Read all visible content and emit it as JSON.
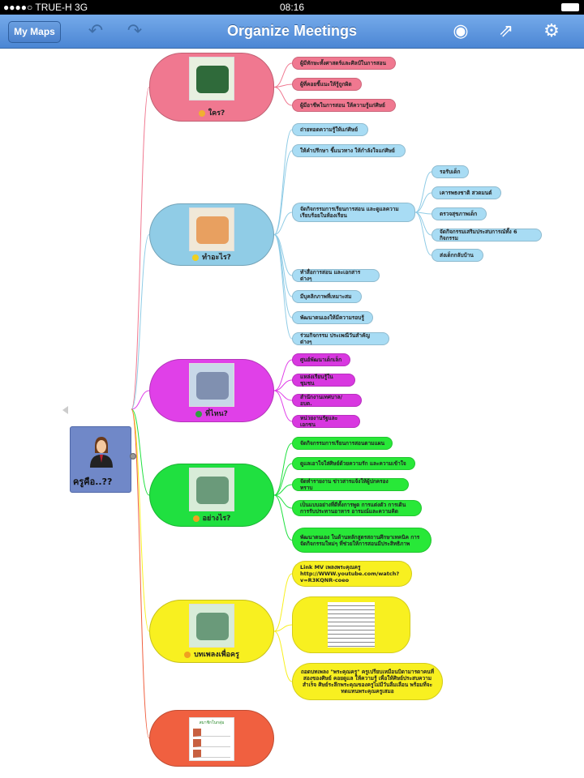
{
  "status_bar": {
    "carrier": "●●●●○ TRUE-H  3G",
    "time": "08:16"
  },
  "toolbar": {
    "my_maps": "My Maps",
    "title": "Organize Meetings",
    "undo_icon": "undo-arrow-icon",
    "redo_icon": "redo-arrow-icon",
    "preview_icon": "eye-icon",
    "share_icon": "share-icon",
    "settings_icon": "gear-icon"
  },
  "central": {
    "label": "ครูคือ..??",
    "color": "#7088c8"
  },
  "branches": [
    {
      "label": "ใคร?",
      "color": "#f07890",
      "leaf_color": "#f07890",
      "items": [
        "ผู้มีทักษะทั้งศาสตร์และศิลป์ในการสอน",
        "ผู้ที่คอยชี้แนะให้รู้ถูกผิด",
        "ผู้มีอาชีพในการสอน ให้ความรู้แก่ศิษย์"
      ]
    },
    {
      "label": "ทำอะไร?",
      "color": "#90cce6",
      "leaf_color": "#a8dcf4",
      "items": [
        "ถ่ายทอดความรู้ให้แก่ศิษย์",
        "ให้คำปรึกษา ชี้แนวทาง ให้กำลังใจแก่ศิษย์",
        "จัดกิจกรรมการเรียนการสอน และดูแลความเรียบร้อยในห้องเรียน",
        "ทำสื่อการสอน และเอกสารต่างๆ",
        "มีบุคลิกภาพที่เหมาะสม",
        "พัฒนาตนเองให้มีความรอบรู้",
        "ร่วมกิจกรรม ประเพณีวันสำคัญต่างๆ"
      ],
      "sub_items": [
        "รอรับเด็ก",
        "เคารพธงชาติ สวดมนต์",
        "ตรวจสุขภาพเด็ก",
        "จัดกิจกรรมเสริมประสบการณ์ทั้ง 6 กิจกรรม",
        "ส่งเด็กกลับบ้าน"
      ]
    },
    {
      "label": "ที่ไหน?",
      "color": "#e040e8",
      "leaf_color": "#d838e0",
      "items": [
        "ศูนย์พัฒนาเด็กเล็ก",
        "แหล่งเรียนรู้ในชุมชน",
        "สำนักงานเทศบาล/อบต.",
        "หน่วยงานรัฐและเอกชน"
      ]
    },
    {
      "label": "อย่างไร?",
      "color": "#20e040",
      "leaf_color": "#28e838",
      "items": [
        "จัดกิจกรรมการเรียนการสอนตามแผน",
        "ดูแลเอาใจใส่ศิษย์ด้วยความรัก และความเข้าใจ",
        "จัดทำรายงาน ข่าวสารแจ้งให้ผู้ปกครองทราบ",
        "เป็นแบบอย่างที่ดีทั้งการพูด การแต่งตัว การเดิน การรับประทานอาหาร อารมณ์และความคิด",
        "พัฒนาตนเอง ในด้านหลักสูตรสถานศึกษาเทคนิค การจัดกิจกรรมใหม่ๆ ที่ช่วยให้การสอนมีประสิทธิภาพ"
      ]
    },
    {
      "label": "บทเพลงเพื่อครู",
      "color": "#f8f020",
      "leaf_color": "#f8f020",
      "items": [
        "Link MV เพลงพระคุณครู http://WWW.youtube.com/watch?v=R3KQNR-coeo",
        "",
        "ถอดบทเพลง \"พระคุณครู\" ครูเปรียบเหมือนบิดามารดาคนที่สองของศิษย์ คอยดูแล ให้ความรู้ เพื่อให้ศิษย์ประสบความสำเร็จ ศิษย์ระลึกพระคุณของครูไม่มีวันลืมเลือน พร้อมที่จะทดแทนพระคุณครูเสมอ"
      ]
    },
    {
      "label": "",
      "color": "#f06040",
      "leaf_color": "#f06040",
      "items": [],
      "image_caption": "สมาชิกในกลุ่ม"
    }
  ]
}
